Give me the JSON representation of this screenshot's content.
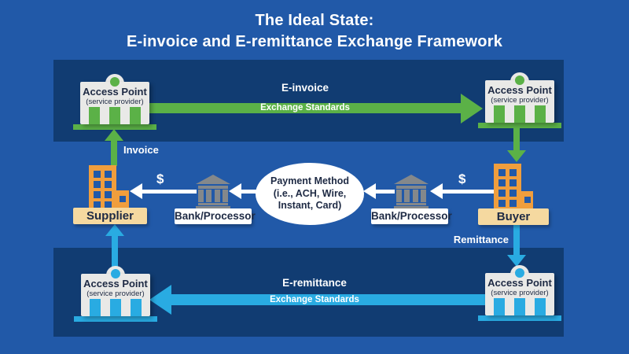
{
  "title": {
    "line1": "The Ideal State:",
    "line2": "E-invoice and E-remittance Exchange Framework"
  },
  "access_point": {
    "label": "Access Point",
    "sublabel": "(service provider)"
  },
  "flows": {
    "einvoice": {
      "label": "E-invoice",
      "standard": "Exchange Standards"
    },
    "eremittance": {
      "label": "E-remittance",
      "standard": "Exchange Standards"
    },
    "invoice_label": "Invoice",
    "remittance_label": "Remittance",
    "dollar_left": "$",
    "dollar_right": "$"
  },
  "entities": {
    "supplier": "Supplier",
    "buyer": "Buyer",
    "bank_left": "Bank/Processor",
    "bank_right": "Bank/Processor",
    "payment_method": {
      "line1": "Payment Method",
      "line2": "(i.e., ACH, Wire,",
      "line3": "Instant, Card)"
    }
  },
  "colors": {
    "background": "#2159A8",
    "band": "#113C72",
    "green": "#5BB147",
    "cyan": "#29ABE2",
    "orange": "#F09E3D",
    "tan": "#F5D9A0",
    "bank_gray": "#84888B",
    "box_gray": "#E9E9E7",
    "text_dark": "#1E2A44",
    "white": "#FFFFFF"
  }
}
